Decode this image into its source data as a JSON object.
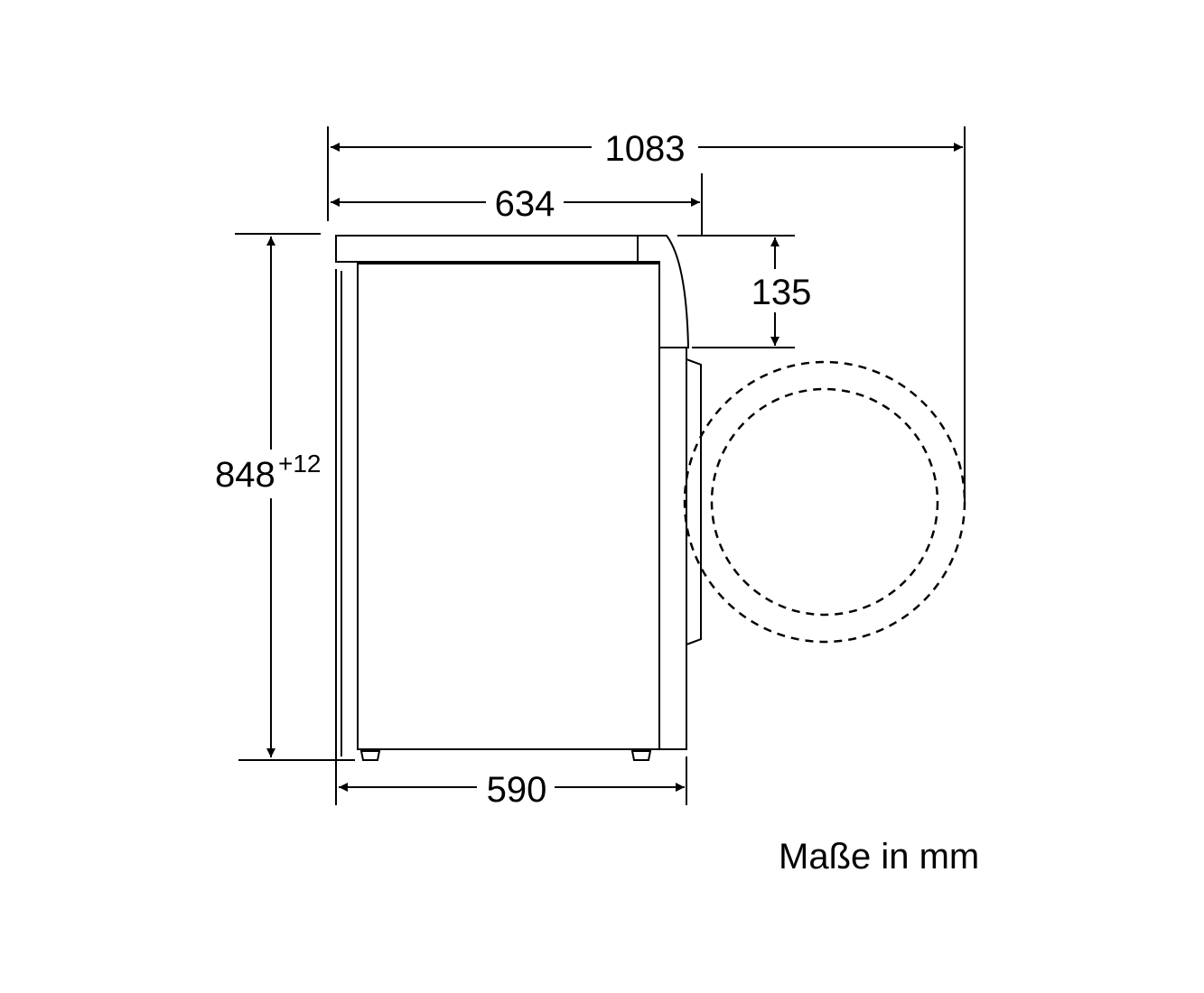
{
  "dimensions": {
    "overall_depth_door_open": "1083",
    "depth": "634",
    "door_height": "135",
    "height": "848",
    "height_tolerance": "+12",
    "width": "590"
  },
  "note": "Maße in mm"
}
